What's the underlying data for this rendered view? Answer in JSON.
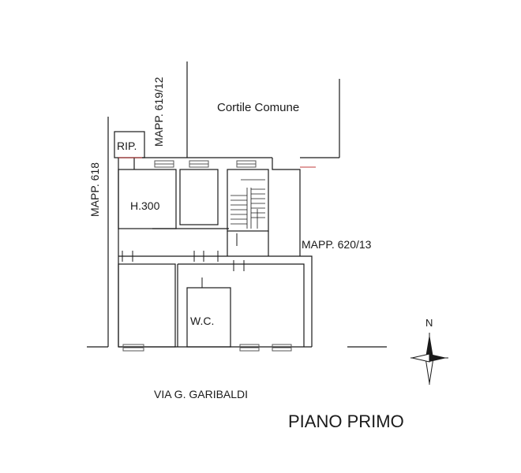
{
  "labels": {
    "cortile": "Cortile Comune",
    "mapp_619": "MAPP. 619/12",
    "mapp_618": "MAPP. 618",
    "mapp_620": "MAPP. 620/13",
    "rip": "RIP.",
    "height": "H.300",
    "wc": "W.C.",
    "street": "VIA G. GARIBALDI",
    "floor_title": "PIANO PRIMO",
    "north": "N"
  },
  "colors": {
    "line": "#1a1a1a",
    "window": "#555555",
    "accent_red": "#c23b3b",
    "background": "#ffffff"
  }
}
